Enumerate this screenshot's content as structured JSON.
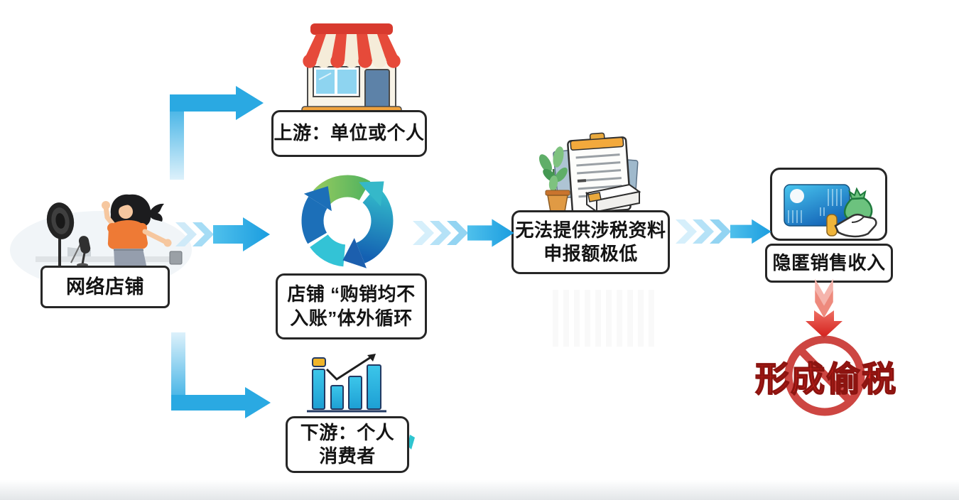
{
  "diagram": {
    "topic": "网络店铺偷税流程",
    "nodes": {
      "source": {
        "label": "网络店铺",
        "icon": "streamer-illustration"
      },
      "upstream": {
        "label": "上游：单位或个人",
        "icon": "storefront-icon"
      },
      "cycle": {
        "line1": "店铺 “购销均不",
        "line2": "入账”体外循环",
        "icon": "cycle-arrows-icon"
      },
      "downstream": {
        "line1": "下游：个人",
        "line2": "消费者",
        "icon": "bar-chart-icon"
      },
      "tax_report": {
        "line1": "无法提供涉税资料",
        "line2": "申报额极低",
        "icon": "clipboard-documents-icon"
      },
      "hidden_income": {
        "label": "隐匿销售收入",
        "icon": "card-money-bag-icon"
      },
      "result": {
        "label": "形成偷税",
        "icon": "prohibition-icon"
      }
    },
    "colors": {
      "arrow_blue": "#29a8e0",
      "arrow_blue_light": "#cfeaf8",
      "box_border": "#262626",
      "result_red": "#e0231e",
      "awning_red": "#e64a3a",
      "base_orange": "#f0a23c",
      "bag_green": "#6cc27e",
      "card_blue": "#2aa4e0"
    }
  }
}
